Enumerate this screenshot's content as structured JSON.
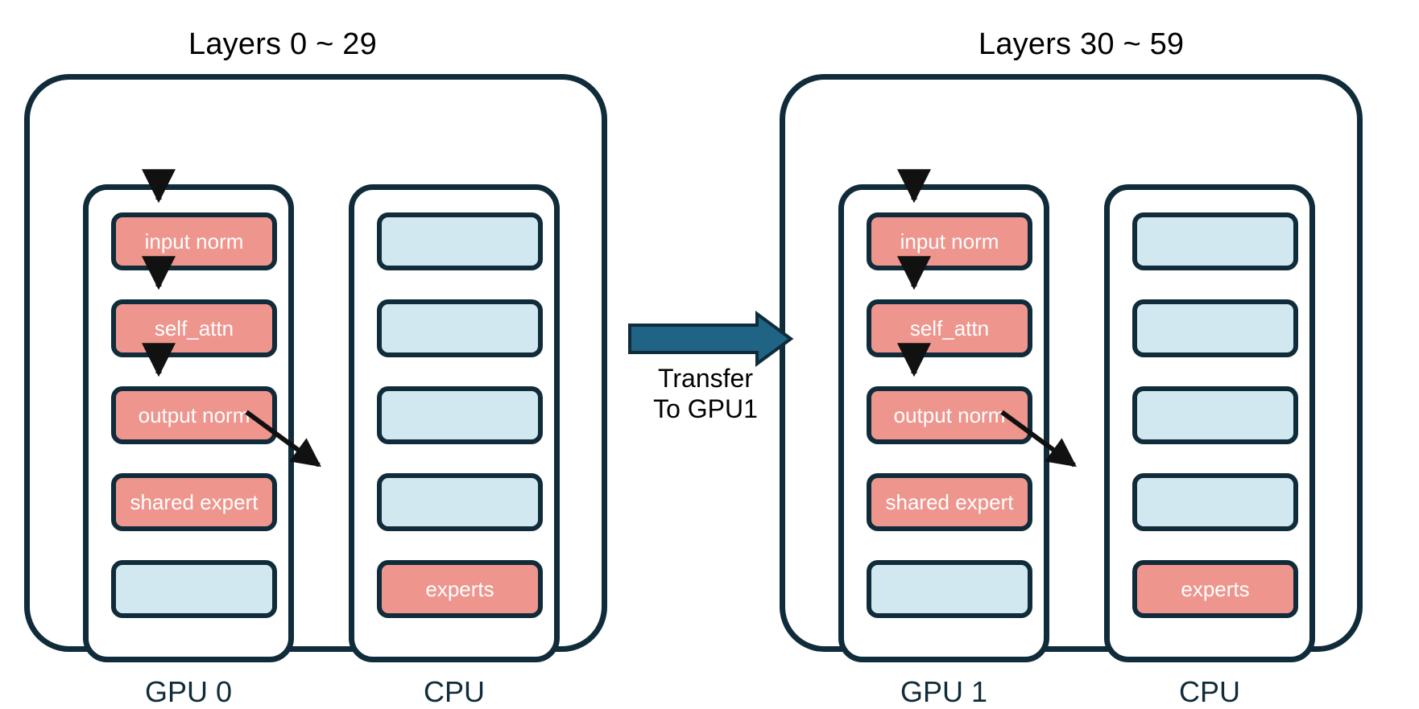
{
  "diagram": {
    "title_left": "Layers 0 ~ 29",
    "title_right": "Layers 30 ~ 59",
    "colors": {
      "active_block": "#EE958D",
      "idle_block": "#D2E8F0",
      "outline": "#102B3A",
      "transfer_arrow": "#1F6485",
      "background": "#FFFFFF",
      "block_text": "#FFFFFF",
      "caption_text": "#102B3A"
    }
  },
  "groups": [
    {
      "id": "group-0",
      "title": "Layers 0 ~ 29",
      "gpu": {
        "caption": "GPU 0",
        "blocks": [
          {
            "label": "input norm",
            "state": "active"
          },
          {
            "label": "self_attn",
            "state": "active"
          },
          {
            "label": "output norm",
            "state": "active"
          },
          {
            "label": "shared expert",
            "state": "active"
          },
          {
            "label": "",
            "state": "idle"
          }
        ]
      },
      "cpu": {
        "caption": "CPU",
        "blocks": [
          {
            "label": "",
            "state": "idle"
          },
          {
            "label": "",
            "state": "idle"
          },
          {
            "label": "",
            "state": "idle"
          },
          {
            "label": "",
            "state": "idle"
          },
          {
            "label": "experts",
            "state": "active"
          }
        ]
      }
    },
    {
      "id": "group-1",
      "title": "Layers 30 ~ 59",
      "gpu": {
        "caption": "GPU 1",
        "blocks": [
          {
            "label": "input norm",
            "state": "active"
          },
          {
            "label": "self_attn",
            "state": "active"
          },
          {
            "label": "output norm",
            "state": "active"
          },
          {
            "label": "shared expert",
            "state": "active"
          },
          {
            "label": "",
            "state": "idle"
          }
        ]
      },
      "cpu": {
        "caption": "CPU",
        "blocks": [
          {
            "label": "",
            "state": "idle"
          },
          {
            "label": "",
            "state": "idle"
          },
          {
            "label": "",
            "state": "idle"
          },
          {
            "label": "",
            "state": "idle"
          },
          {
            "label": "experts",
            "state": "active"
          }
        ]
      }
    }
  ],
  "transfer": {
    "label": "Transfer\nTo GPU1",
    "direction": "left-to-right",
    "from": "GPU 0",
    "to": "GPU 1"
  },
  "flow_arrows": {
    "vertical_chain": [
      "input norm",
      "self_attn",
      "output norm",
      "shared expert"
    ],
    "diagonal": {
      "from": "shared expert",
      "to": "experts"
    }
  }
}
